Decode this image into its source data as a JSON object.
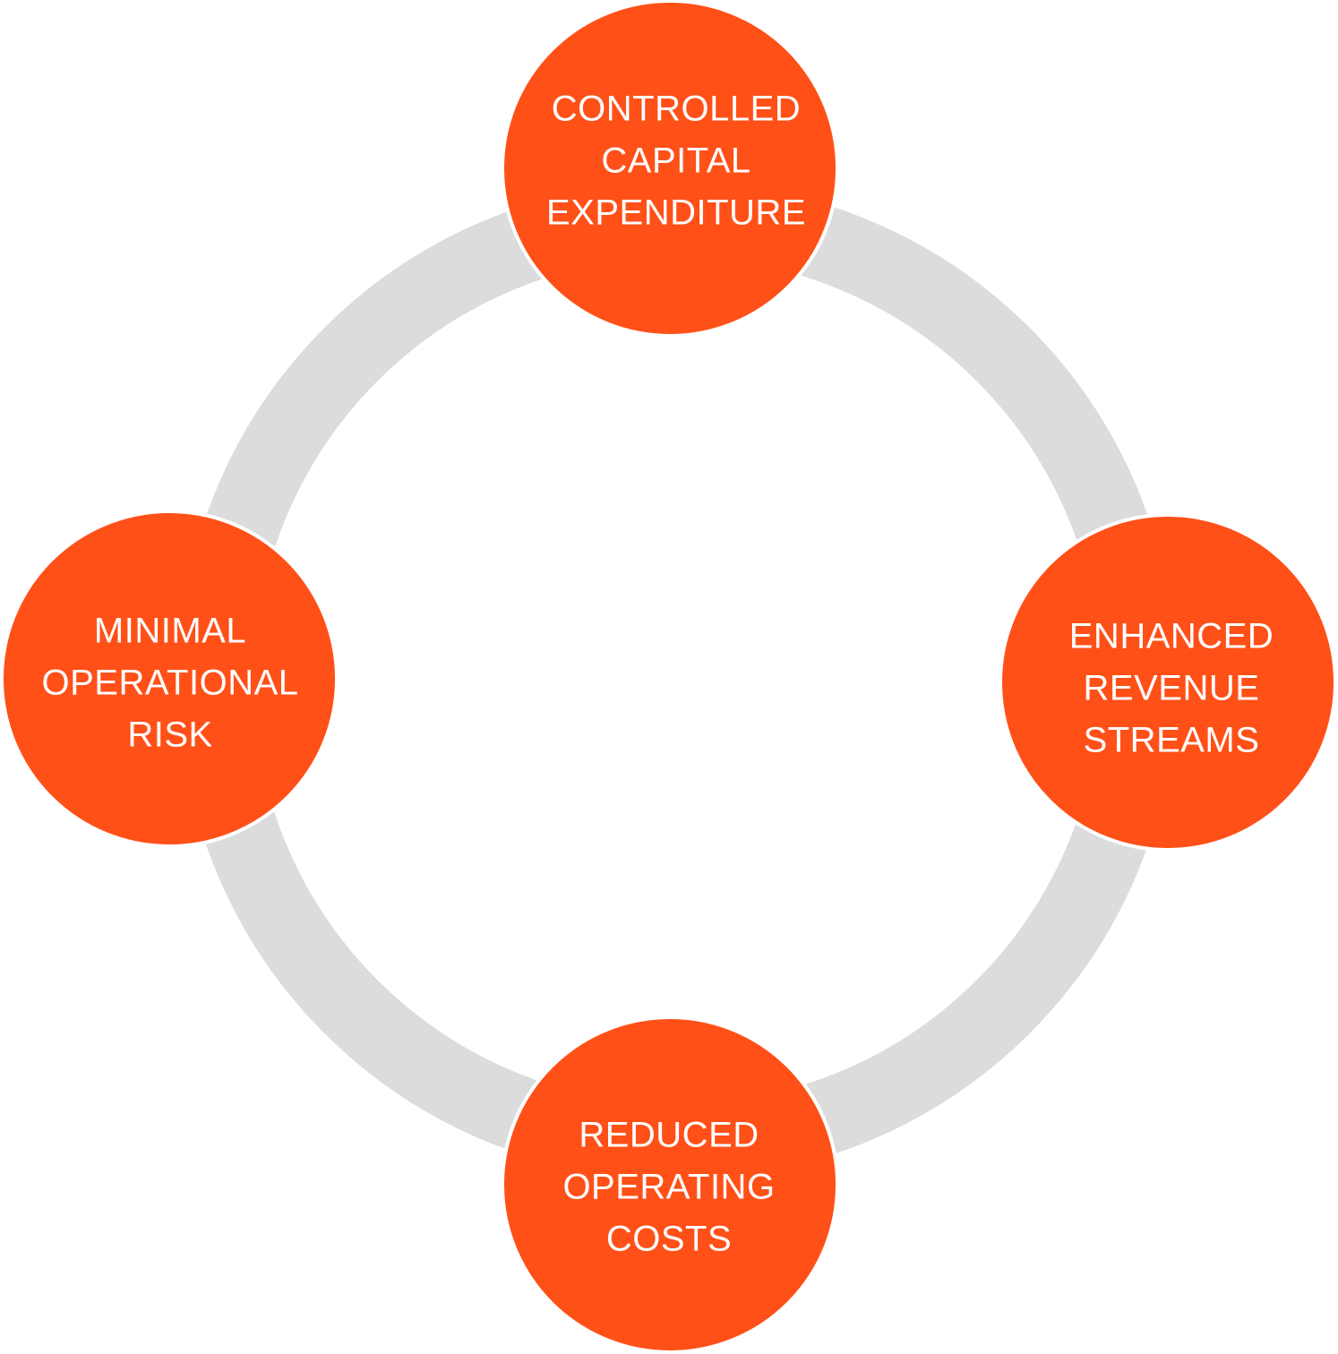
{
  "colors": {
    "ring": "#dcdcdc",
    "node_fill": "#ff5018",
    "node_stroke": "#ffffff",
    "text": "#ffffff"
  },
  "nodes": [
    {
      "id": "top",
      "lines": [
        "CONTROLLED",
        "CAPITAL",
        "EXPENDITURE"
      ]
    },
    {
      "id": "right",
      "lines": [
        "ENHANCED",
        "REVENUE",
        "STREAMS"
      ]
    },
    {
      "id": "bottom",
      "lines": [
        "REDUCED",
        "OPERATING",
        "COSTS"
      ]
    },
    {
      "id": "left",
      "lines": [
        "MINIMAL",
        "OPERATIONAL",
        "RISK"
      ]
    }
  ]
}
